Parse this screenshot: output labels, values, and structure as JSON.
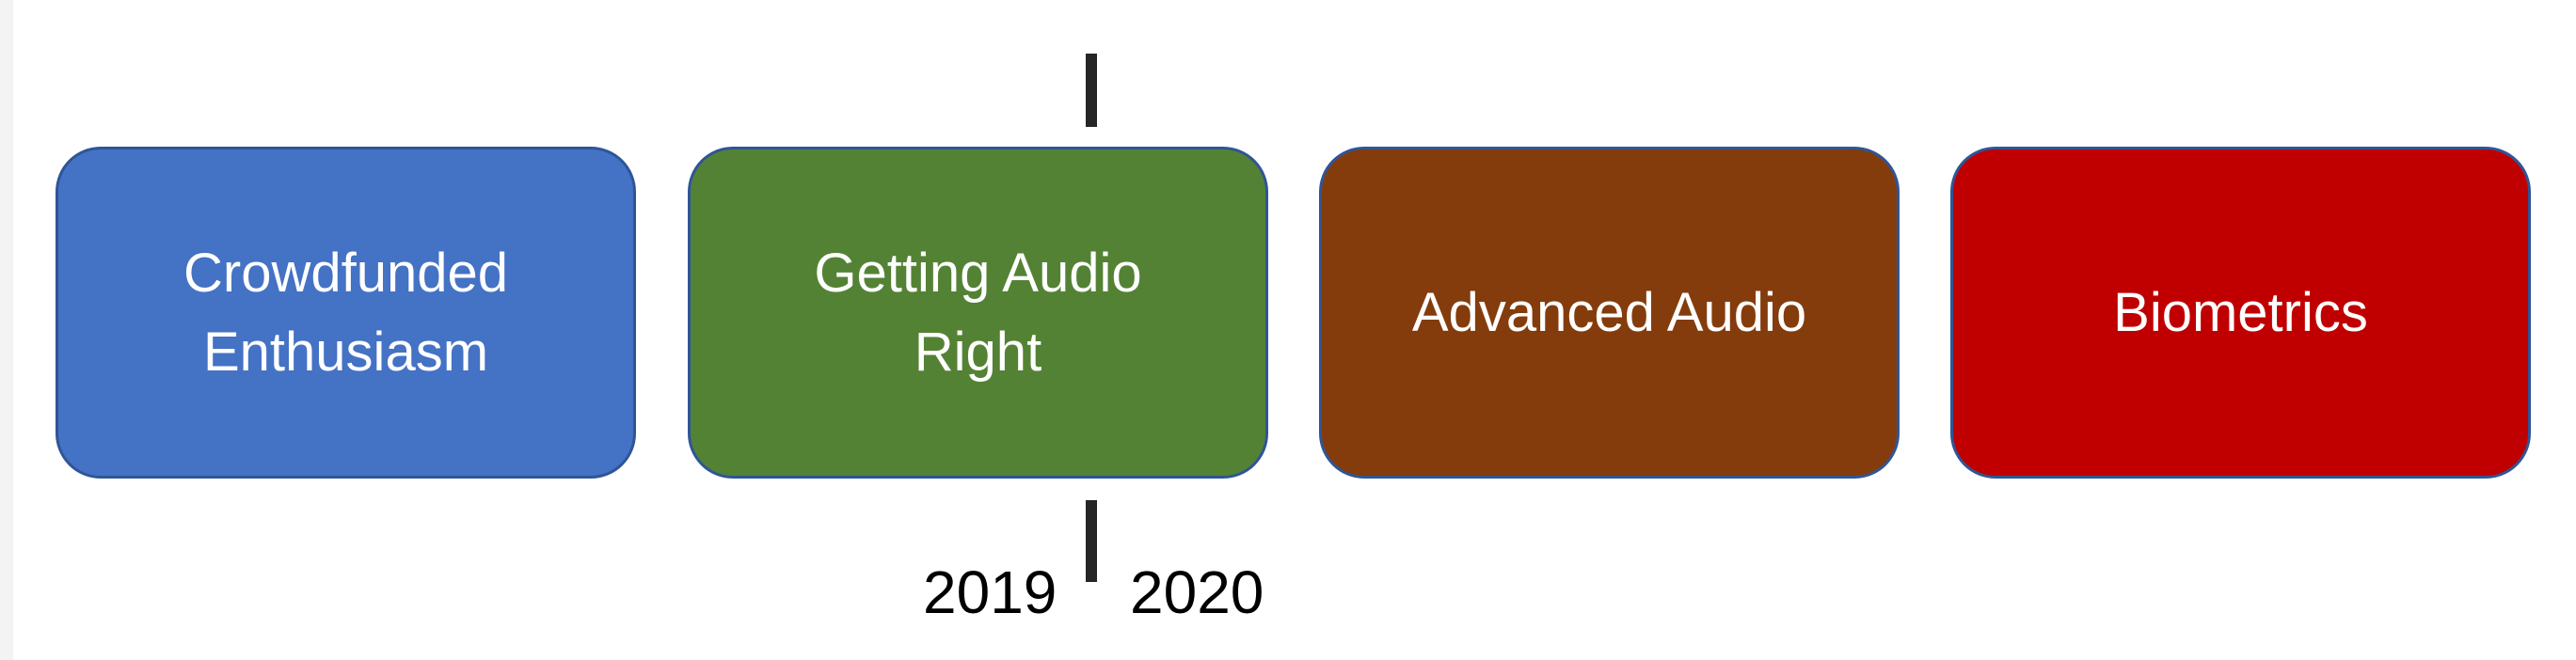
{
  "stages": [
    {
      "label": "Crowdfunded\nEnthusiasm",
      "color": "#4472c4"
    },
    {
      "label": "Getting Audio\nRight",
      "color": "#548235"
    },
    {
      "label": "Advanced Audio",
      "color": "#843c0c"
    },
    {
      "label": "Biometrics",
      "color": "#c00000"
    }
  ],
  "year_before": "2019",
  "year_after": "2020"
}
